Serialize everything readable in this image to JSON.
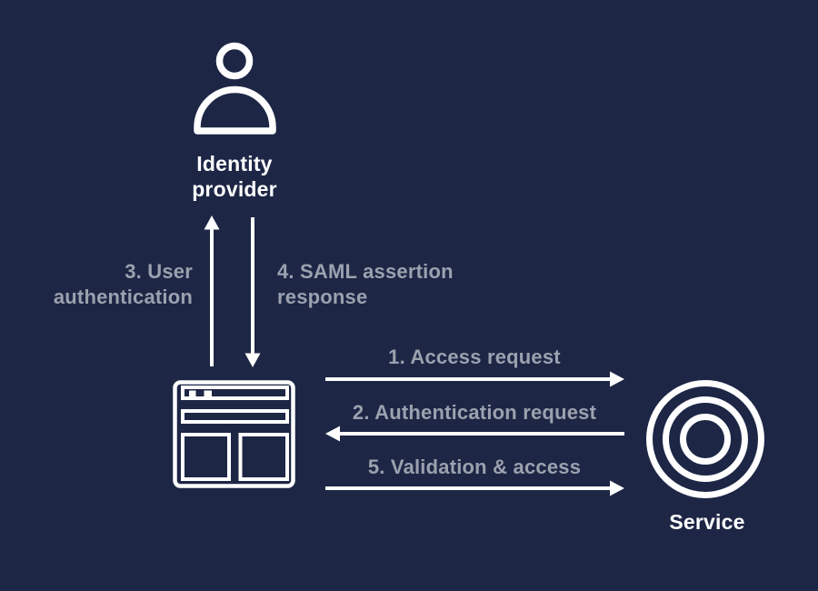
{
  "colors": {
    "background": "#1d2645",
    "icon_stroke": "#ffffff",
    "node_label_color": "#ffffff",
    "step_label_color": "#9ba1ae"
  },
  "nodes": {
    "identity_provider": {
      "label": "Identity provider",
      "icon": "person-icon"
    },
    "browser": {
      "icon": "browser-window-icon"
    },
    "service": {
      "label": "Service",
      "icon": "target-icon"
    }
  },
  "steps": [
    {
      "num": "1",
      "label": "1. Access request",
      "from": "browser",
      "to": "service",
      "direction": "right"
    },
    {
      "num": "2",
      "label": "2. Authentication request",
      "from": "service",
      "to": "browser",
      "direction": "left"
    },
    {
      "num": "3",
      "label": "3. User authentication",
      "from": "browser",
      "to": "identity_provider",
      "direction": "up"
    },
    {
      "num": "4",
      "label": "4. SAML assertion response",
      "from": "identity_provider",
      "to": "browser",
      "direction": "down"
    },
    {
      "num": "5",
      "label": "5. Validation & access",
      "from": "browser",
      "to": "service",
      "direction": "right"
    }
  ]
}
